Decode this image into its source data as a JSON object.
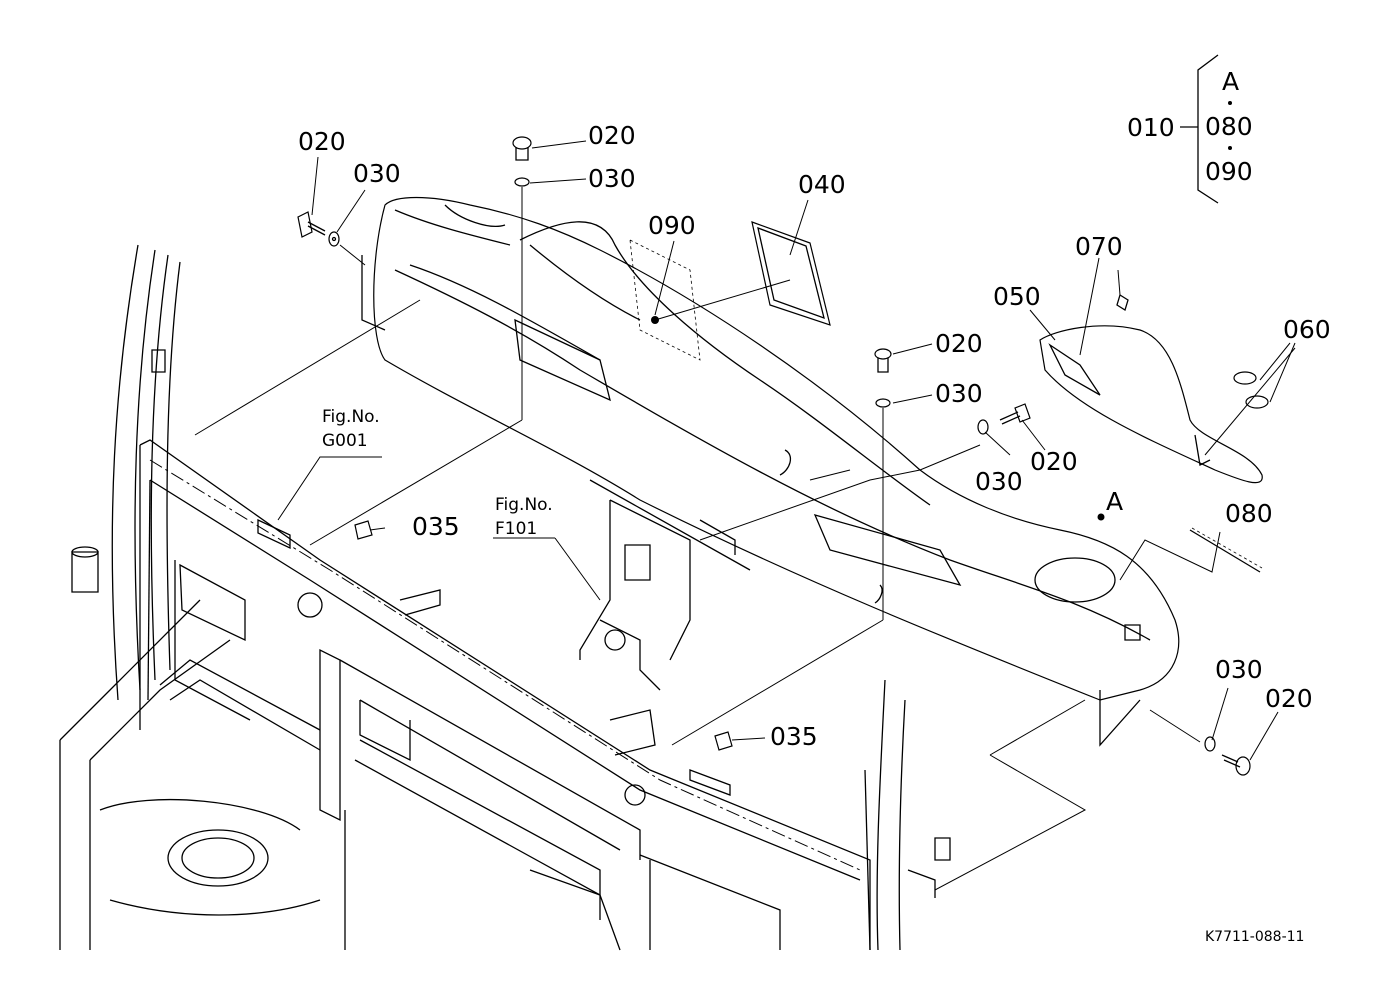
{
  "figure_id": "K7711-088-11",
  "callouts": [
    {
      "key": "c020_a",
      "text": "020"
    },
    {
      "key": "c030_a",
      "text": "030"
    },
    {
      "key": "c020_b",
      "text": "020"
    },
    {
      "key": "c030_b",
      "text": "030"
    },
    {
      "key": "c040",
      "text": "040"
    },
    {
      "key": "c090",
      "text": "090"
    },
    {
      "key": "c070",
      "text": "070"
    },
    {
      "key": "c050",
      "text": "050"
    },
    {
      "key": "c060",
      "text": "060"
    },
    {
      "key": "c020_c",
      "text": "020"
    },
    {
      "key": "c030_c",
      "text": "030"
    },
    {
      "key": "c030_d",
      "text": "030"
    },
    {
      "key": "c020_d",
      "text": "020"
    },
    {
      "key": "c080",
      "text": "080"
    },
    {
      "key": "c035_a",
      "text": "035"
    },
    {
      "key": "c035_b",
      "text": "035"
    },
    {
      "key": "c030_e",
      "text": "030"
    },
    {
      "key": "c020_e",
      "text": "020"
    }
  ],
  "assembly_key": {
    "parent": "010",
    "children": [
      "A",
      "080",
      "090"
    ]
  },
  "ref_point": "A",
  "fig_refs": [
    {
      "label": "Fig.No.",
      "code": "G001"
    },
    {
      "label": "Fig.No.",
      "code": "F101"
    }
  ]
}
